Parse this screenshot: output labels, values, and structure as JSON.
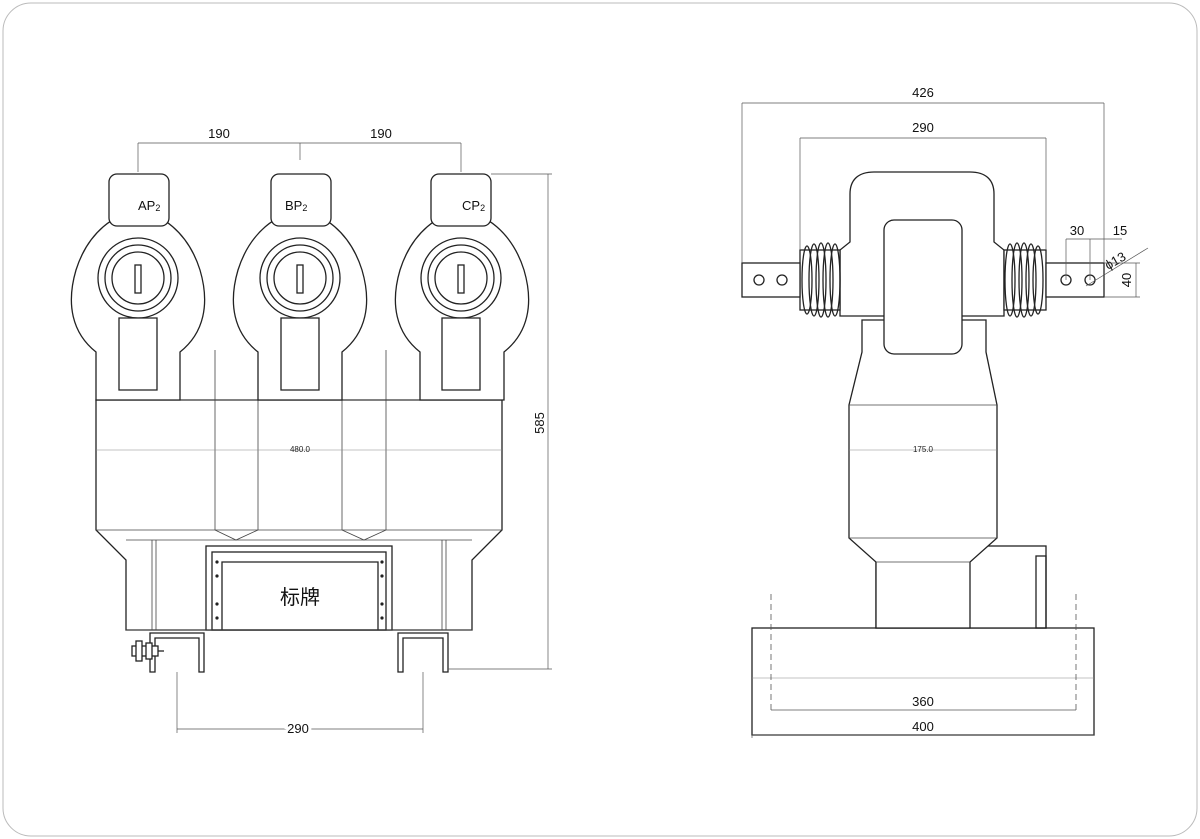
{
  "front_view": {
    "pitch_left": "190",
    "pitch_right": "190",
    "terminals": [
      {
        "label": "AP",
        "sub": "2"
      },
      {
        "label": "BP",
        "sub": "2"
      },
      {
        "label": "CP",
        "sub": "2"
      }
    ],
    "inner_width": "480.0",
    "height": "585",
    "mount_spacing": "290",
    "nameplate": "标牌"
  },
  "side_view": {
    "overall_length": "426",
    "bushing_span": "290",
    "hole_pitch": "30",
    "end_margin": "15",
    "hole_diameter": "13",
    "diameter_symbol": "ϕ",
    "busbar_width": "40",
    "inner_width": "175.0",
    "base_inner": "360",
    "base_outer": "400"
  }
}
